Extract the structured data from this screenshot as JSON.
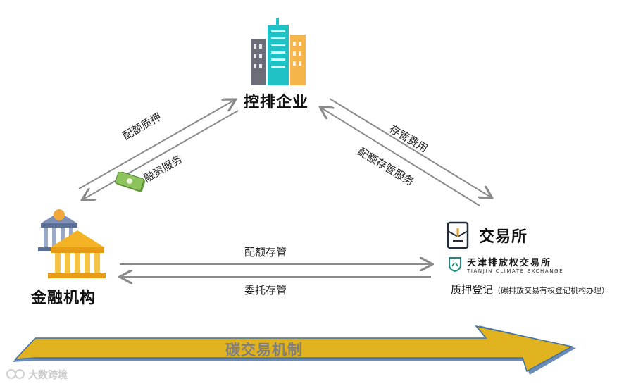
{
  "nodes": {
    "enterprise": {
      "title": "控排企业"
    },
    "finance": {
      "title": "金融机构"
    },
    "exchange": {
      "title": "交易所",
      "logo_cn": "天津排放权交易所",
      "logo_en": "TIANJIN CLIMATE EXCHANGE",
      "note_main": "质押登记",
      "note_sub": "（碳排放交易有权登记机构办理）"
    }
  },
  "flows": {
    "pledge": "配额质押",
    "financing": "融资服务",
    "custody_fee": "存管费用",
    "custody_service": "配额存管服务",
    "quota_custody": "配额存管",
    "entrust_custody": "委托存管"
  },
  "banner": {
    "label": "碳交易机制"
  },
  "watermark": {
    "text": "大数跨境"
  },
  "colors": {
    "arrow": "#8a8a8a",
    "banner_fill": "#e0b21f",
    "banner_edge": "#3d6fa8",
    "banner_text": "#7f7f7f",
    "logo_teal": "#1a8a7a"
  }
}
